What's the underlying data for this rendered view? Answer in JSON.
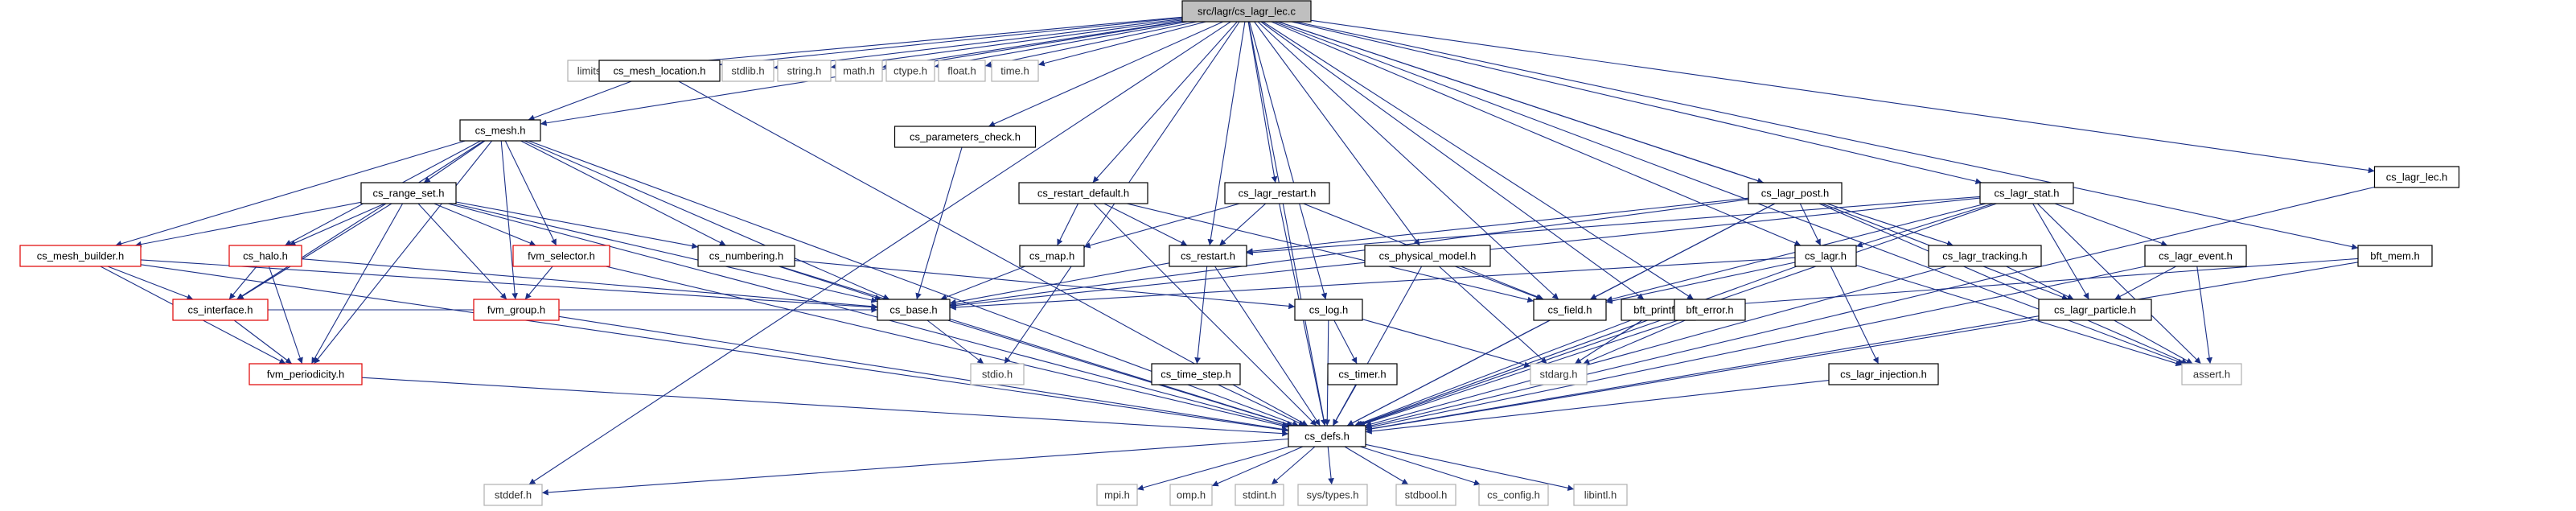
{
  "diagram": {
    "colors": {
      "edge": "#1a2f86",
      "node_fill": "#ffffff",
      "root_fill": "#bfbfbf",
      "border_normal": "#000000",
      "border_truncated": "#e00000",
      "border_external": "#b0b0b0",
      "text_normal": "#000000",
      "text_external": "#333333"
    },
    "nodes": [
      {
        "id": "root",
        "label": "src/lagr/cs_lagr_lec.c",
        "kind": "root"
      },
      {
        "id": "limits",
        "label": "limits.h",
        "kind": "external"
      },
      {
        "id": "mesh_location",
        "label": "cs_mesh_location.h",
        "kind": "normal"
      },
      {
        "id": "stdlib",
        "label": "stdlib.h",
        "kind": "external"
      },
      {
        "id": "string",
        "label": "string.h",
        "kind": "external"
      },
      {
        "id": "math",
        "label": "math.h",
        "kind": "external"
      },
      {
        "id": "ctype",
        "label": "ctype.h",
        "kind": "external"
      },
      {
        "id": "float",
        "label": "float.h",
        "kind": "external"
      },
      {
        "id": "time",
        "label": "time.h",
        "kind": "external"
      },
      {
        "id": "lagr_lec",
        "label": "cs_lagr_lec.h",
        "kind": "normal"
      },
      {
        "id": "mesh",
        "label": "cs_mesh.h",
        "kind": "normal"
      },
      {
        "id": "param_check",
        "label": "cs_parameters_check.h",
        "kind": "normal"
      },
      {
        "id": "range_set",
        "label": "cs_range_set.h",
        "kind": "normal"
      },
      {
        "id": "restart_default",
        "label": "cs_restart_default.h",
        "kind": "normal"
      },
      {
        "id": "lagr_restart",
        "label": "cs_lagr_restart.h",
        "kind": "normal"
      },
      {
        "id": "lagr_post",
        "label": "cs_lagr_post.h",
        "kind": "normal"
      },
      {
        "id": "lagr_stat",
        "label": "cs_lagr_stat.h",
        "kind": "normal"
      },
      {
        "id": "mesh_builder",
        "label": "cs_mesh_builder.h",
        "kind": "truncated"
      },
      {
        "id": "halo",
        "label": "cs_halo.h",
        "kind": "truncated"
      },
      {
        "id": "fvm_selector",
        "label": "fvm_selector.h",
        "kind": "truncated"
      },
      {
        "id": "numbering",
        "label": "cs_numbering.h",
        "kind": "normal"
      },
      {
        "id": "map",
        "label": "cs_map.h",
        "kind": "normal"
      },
      {
        "id": "restart",
        "label": "cs_restart.h",
        "kind": "normal"
      },
      {
        "id": "physical_model",
        "label": "cs_physical_model.h",
        "kind": "normal"
      },
      {
        "id": "lagr",
        "label": "cs_lagr.h",
        "kind": "normal"
      },
      {
        "id": "lagr_tracking",
        "label": "cs_lagr_tracking.h",
        "kind": "normal"
      },
      {
        "id": "lagr_event",
        "label": "cs_lagr_event.h",
        "kind": "normal"
      },
      {
        "id": "bft_mem",
        "label": "bft_mem.h",
        "kind": "normal"
      },
      {
        "id": "interface",
        "label": "cs_interface.h",
        "kind": "truncated"
      },
      {
        "id": "fvm_group",
        "label": "fvm_group.h",
        "kind": "truncated"
      },
      {
        "id": "base",
        "label": "cs_base.h",
        "kind": "normal"
      },
      {
        "id": "log",
        "label": "cs_log.h",
        "kind": "normal"
      },
      {
        "id": "field",
        "label": "cs_field.h",
        "kind": "normal"
      },
      {
        "id": "bft_printf",
        "label": "bft_printf.h",
        "kind": "normal"
      },
      {
        "id": "bft_error",
        "label": "bft_error.h",
        "kind": "normal"
      },
      {
        "id": "lagr_particle",
        "label": "cs_lagr_particle.h",
        "kind": "normal"
      },
      {
        "id": "fvm_periodicity",
        "label": "fvm_periodicity.h",
        "kind": "truncated"
      },
      {
        "id": "stdio",
        "label": "stdio.h",
        "kind": "external"
      },
      {
        "id": "timer",
        "label": "cs_timer.h",
        "kind": "normal"
      },
      {
        "id": "time_step",
        "label": "cs_time_step.h",
        "kind": "normal"
      },
      {
        "id": "stdarg",
        "label": "stdarg.h",
        "kind": "external"
      },
      {
        "id": "lagr_injection",
        "label": "cs_lagr_injection.h",
        "kind": "normal"
      },
      {
        "id": "assert",
        "label": "assert.h",
        "kind": "external"
      },
      {
        "id": "defs",
        "label": "cs_defs.h",
        "kind": "normal"
      },
      {
        "id": "stddef",
        "label": "stddef.h",
        "kind": "external"
      },
      {
        "id": "mpi",
        "label": "mpi.h",
        "kind": "external"
      },
      {
        "id": "omp",
        "label": "omp.h",
        "kind": "external"
      },
      {
        "id": "stdint",
        "label": "stdint.h",
        "kind": "external"
      },
      {
        "id": "sys_types",
        "label": "sys/types.h",
        "kind": "external"
      },
      {
        "id": "stdbool",
        "label": "stdbool.h",
        "kind": "external"
      },
      {
        "id": "config",
        "label": "cs_config.h",
        "kind": "external"
      },
      {
        "id": "libintl",
        "label": "libintl.h",
        "kind": "external"
      }
    ],
    "edges": [
      [
        "root",
        "limits"
      ],
      [
        "root",
        "mesh_location"
      ],
      [
        "root",
        "stdlib"
      ],
      [
        "root",
        "string"
      ],
      [
        "root",
        "math"
      ],
      [
        "root",
        "ctype"
      ],
      [
        "root",
        "float"
      ],
      [
        "root",
        "time"
      ],
      [
        "root",
        "lagr_lec"
      ],
      [
        "root",
        "mesh"
      ],
      [
        "root",
        "param_check"
      ],
      [
        "root",
        "restart_default"
      ],
      [
        "root",
        "lagr_restart"
      ],
      [
        "root",
        "restart"
      ],
      [
        "root",
        "log"
      ],
      [
        "root",
        "physical_model"
      ],
      [
        "root",
        "field"
      ],
      [
        "root",
        "bft_printf"
      ],
      [
        "root",
        "bft_error"
      ],
      [
        "root",
        "lagr_post"
      ],
      [
        "root",
        "lagr"
      ],
      [
        "root",
        "lagr_tracking"
      ],
      [
        "root",
        "lagr_stat"
      ],
      [
        "root",
        "bft_mem"
      ],
      [
        "root",
        "assert"
      ],
      [
        "root",
        "stdio"
      ],
      [
        "root",
        "stddef"
      ],
      [
        "root",
        "defs"
      ],
      [
        "mesh_location",
        "mesh"
      ],
      [
        "mesh_location",
        "defs"
      ],
      [
        "lagr_lec",
        "defs"
      ],
      [
        "mesh",
        "range_set"
      ],
      [
        "mesh",
        "mesh_builder"
      ],
      [
        "mesh",
        "halo"
      ],
      [
        "mesh",
        "fvm_selector"
      ],
      [
        "mesh",
        "numbering"
      ],
      [
        "mesh",
        "interface"
      ],
      [
        "mesh",
        "fvm_group"
      ],
      [
        "mesh",
        "fvm_periodicity"
      ],
      [
        "mesh",
        "base"
      ],
      [
        "mesh",
        "defs"
      ],
      [
        "param_check",
        "base"
      ],
      [
        "range_set",
        "mesh_builder"
      ],
      [
        "range_set",
        "halo"
      ],
      [
        "range_set",
        "fvm_selector"
      ],
      [
        "range_set",
        "numbering"
      ],
      [
        "range_set",
        "interface"
      ],
      [
        "range_set",
        "fvm_group"
      ],
      [
        "range_set",
        "fvm_periodicity"
      ],
      [
        "range_set",
        "base"
      ],
      [
        "range_set",
        "defs"
      ],
      [
        "restart_default",
        "map"
      ],
      [
        "restart_default",
        "restart"
      ],
      [
        "restart_default",
        "field"
      ],
      [
        "restart_default",
        "defs"
      ],
      [
        "lagr_restart",
        "map"
      ],
      [
        "lagr_restart",
        "restart"
      ],
      [
        "lagr_restart",
        "field"
      ],
      [
        "lagr_restart",
        "defs"
      ],
      [
        "lagr_post",
        "restart"
      ],
      [
        "lagr_post",
        "lagr"
      ],
      [
        "lagr_post",
        "field"
      ],
      [
        "lagr_post",
        "lagr_particle"
      ],
      [
        "lagr_post",
        "base"
      ],
      [
        "lagr_post",
        "assert"
      ],
      [
        "lagr_post",
        "defs"
      ],
      [
        "lagr_stat",
        "restart"
      ],
      [
        "lagr_stat",
        "lagr"
      ],
      [
        "lagr_stat",
        "lagr_event"
      ],
      [
        "lagr_stat",
        "lagr_particle"
      ],
      [
        "lagr_stat",
        "field"
      ],
      [
        "lagr_stat",
        "base"
      ],
      [
        "lagr_stat",
        "assert"
      ],
      [
        "lagr_stat",
        "defs"
      ],
      [
        "mesh_builder",
        "interface"
      ],
      [
        "mesh_builder",
        "fvm_periodicity"
      ],
      [
        "mesh_builder",
        "base"
      ],
      [
        "mesh_builder",
        "defs"
      ],
      [
        "halo",
        "interface"
      ],
      [
        "halo",
        "fvm_periodicity"
      ],
      [
        "halo",
        "base"
      ],
      [
        "fvm_selector",
        "fvm_group"
      ],
      [
        "fvm_selector",
        "defs"
      ],
      [
        "numbering",
        "base"
      ],
      [
        "numbering",
        "log"
      ],
      [
        "numbering",
        "defs"
      ],
      [
        "map",
        "base"
      ],
      [
        "restart",
        "base"
      ],
      [
        "restart",
        "time_step"
      ],
      [
        "restart",
        "defs"
      ],
      [
        "physical_model",
        "field"
      ],
      [
        "physical_model",
        "stdarg"
      ],
      [
        "physical_model",
        "defs"
      ],
      [
        "lagr",
        "field"
      ],
      [
        "lagr",
        "base"
      ],
      [
        "lagr",
        "lagr_injection"
      ],
      [
        "lagr",
        "assert"
      ],
      [
        "lagr",
        "defs"
      ],
      [
        "lagr_tracking",
        "lagr_particle"
      ],
      [
        "lagr_tracking",
        "defs"
      ],
      [
        "lagr_event",
        "lagr_particle"
      ],
      [
        "lagr_event",
        "assert"
      ],
      [
        "lagr_event",
        "defs"
      ],
      [
        "bft_mem",
        "bft_printf"
      ],
      [
        "bft_mem",
        "defs"
      ],
      [
        "interface",
        "fvm_periodicity"
      ],
      [
        "interface",
        "base"
      ],
      [
        "fvm_group",
        "defs"
      ],
      [
        "base",
        "stdio"
      ],
      [
        "base",
        "defs"
      ],
      [
        "log",
        "timer"
      ],
      [
        "log",
        "stdarg"
      ],
      [
        "log",
        "defs"
      ],
      [
        "field",
        "defs"
      ],
      [
        "bft_printf",
        "stdarg"
      ],
      [
        "bft_printf",
        "defs"
      ],
      [
        "bft_error",
        "stdarg"
      ],
      [
        "bft_error",
        "defs"
      ],
      [
        "lagr_particle",
        "assert"
      ],
      [
        "lagr_particle",
        "defs"
      ],
      [
        "fvm_periodicity",
        "defs"
      ],
      [
        "timer",
        "defs"
      ],
      [
        "time_step",
        "defs"
      ],
      [
        "lagr_injection",
        "defs"
      ],
      [
        "defs",
        "stddef"
      ],
      [
        "defs",
        "mpi"
      ],
      [
        "defs",
        "omp"
      ],
      [
        "defs",
        "stdint"
      ],
      [
        "defs",
        "sys_types"
      ],
      [
        "defs",
        "stdbool"
      ],
      [
        "defs",
        "config"
      ],
      [
        "defs",
        "libintl"
      ]
    ]
  }
}
